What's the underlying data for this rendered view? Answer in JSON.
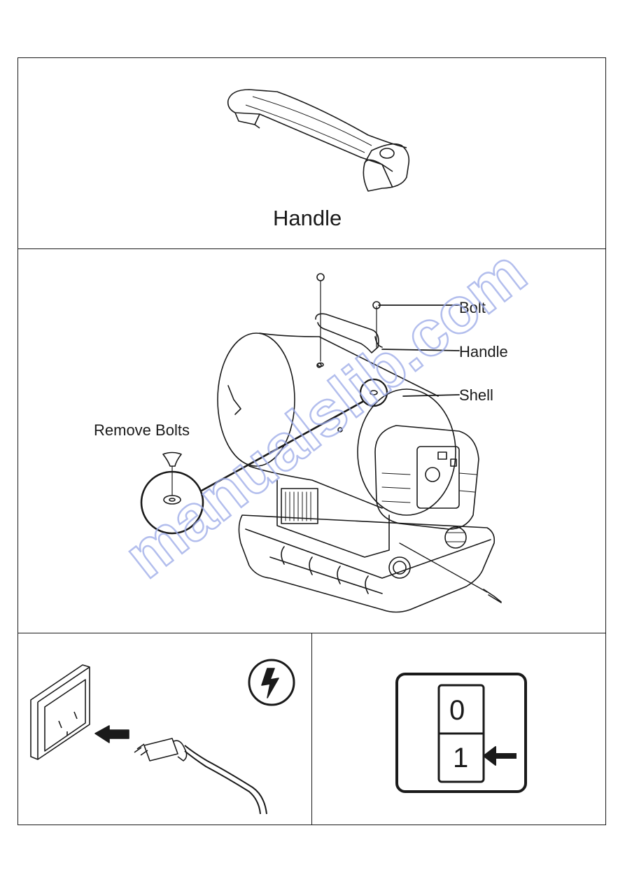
{
  "panels": {
    "handle": {
      "caption": "Handle"
    },
    "assembly": {
      "labels": {
        "bolt": "Bolt",
        "handle": "Handle",
        "shell": "Shell",
        "remove_bolts": "Remove Bolts"
      }
    },
    "switch": {
      "off": "0",
      "on": "1"
    }
  },
  "watermark": {
    "text": "manualslib.com",
    "color": "#9aa9e8"
  }
}
